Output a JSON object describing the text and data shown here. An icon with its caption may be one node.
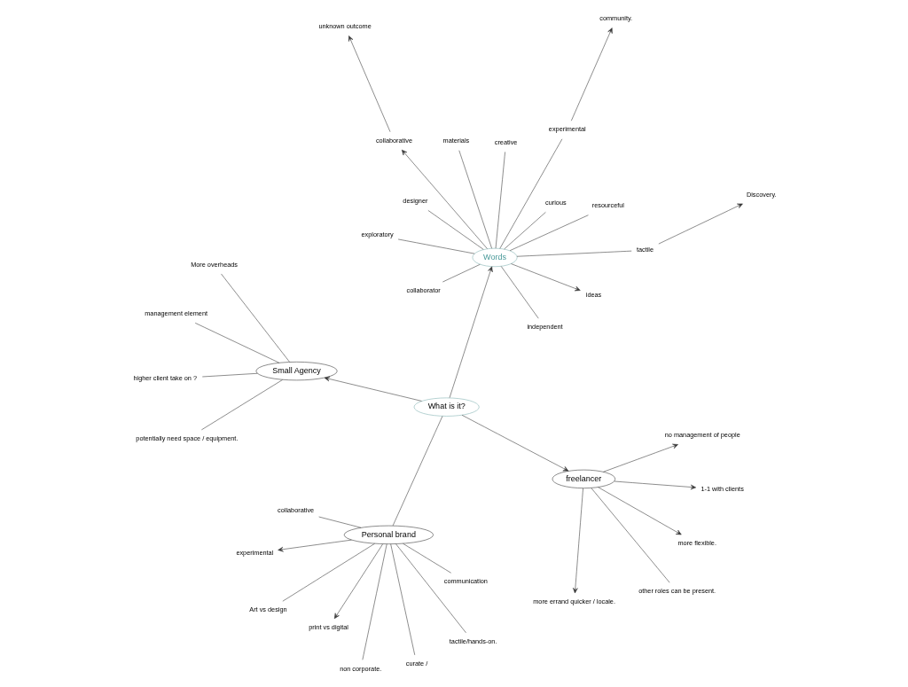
{
  "diagram": {
    "nodes": [
      {
        "text": [
          "What is it?"
        ]
      },
      {
        "text": [
          "Personal brand"
        ]
      },
      {
        "text": [
          "non corporate."
        ]
      },
      {
        "text": [
          "collaborative"
        ]
      },
      {
        "text": [
          "communication"
        ]
      },
      {
        "text": [
          "experimental"
        ]
      },
      {
        "text": [
          "Art vs design"
        ]
      },
      {
        "text": [
          "tactile/hands-on."
        ]
      },
      {
        "text": [
          "print vs digital"
        ]
      },
      {
        "text": [
          "curate /"
        ]
      },
      {
        "text": [
          "freelancer"
        ]
      },
      {
        "text": [
          "more errand quicker / locale."
        ]
      },
      {
        "text": [
          "more flexible."
        ]
      },
      {
        "text": [
          "1-1 with clients"
        ]
      },
      {
        "text": [
          "no management of people"
        ]
      },
      {
        "text": [
          "other roles can be present."
        ]
      },
      {
        "text": [
          "Small Agency"
        ]
      },
      {
        "text": [
          "More overheads"
        ]
      },
      {
        "text": [
          "higher client take on ?"
        ]
      },
      {
        "text": [
          "management element"
        ]
      },
      {
        "text": [
          "potentially need space / equipment."
        ]
      },
      {
        "text": [
          "Words"
        ]
      },
      {
        "text": [
          "materials"
        ]
      },
      {
        "text": [
          "creative"
        ]
      },
      {
        "text": [
          "designer"
        ]
      },
      {
        "text": [
          "independent"
        ]
      },
      {
        "text": [
          "resourceful"
        ]
      },
      {
        "text": [
          "exploratory"
        ]
      },
      {
        "text": [
          "collaborator"
        ]
      },
      {
        "text": [
          "ideas"
        ]
      },
      {
        "text": [
          "collaborative"
        ]
      },
      {
        "text": [
          "curious"
        ]
      },
      {
        "text": [
          "tactile"
        ]
      },
      {
        "text": [
          "unknown outcome"
        ]
      },
      {
        "text": [
          "experimental"
        ]
      },
      {
        "text": [
          "Discovery."
        ]
      },
      {
        "text": [
          "community."
        ]
      }
    ],
    "edges": [
      {
        "from": 0,
        "to": 1,
        "arrow": "none"
      },
      {
        "from": 1,
        "to": 2,
        "arrow": "none"
      },
      {
        "from": 1,
        "to": 3,
        "arrow": "none"
      },
      {
        "from": 1,
        "to": 4,
        "arrow": "none"
      },
      {
        "from": 1,
        "to": 5,
        "arrow": "to"
      },
      {
        "from": 6,
        "to": 1,
        "arrow": "none"
      },
      {
        "from": 1,
        "to": 7,
        "arrow": "none"
      },
      {
        "from": 1,
        "to": 8,
        "arrow": "to"
      },
      {
        "from": 9,
        "to": 1,
        "arrow": "none"
      },
      {
        "from": 0,
        "to": 10,
        "arrow": "to"
      },
      {
        "from": 10,
        "to": 11,
        "arrow": "to"
      },
      {
        "from": 10,
        "to": 12,
        "arrow": "to"
      },
      {
        "from": 10,
        "to": 13,
        "arrow": "to"
      },
      {
        "from": 10,
        "to": 14,
        "arrow": "to"
      },
      {
        "from": 10,
        "to": 15,
        "arrow": "none"
      },
      {
        "from": 0,
        "to": 16,
        "arrow": "to"
      },
      {
        "from": 16,
        "to": 17,
        "arrow": "none"
      },
      {
        "from": 16,
        "to": 18,
        "arrow": "none"
      },
      {
        "from": 16,
        "to": 19,
        "arrow": "none"
      },
      {
        "from": 16,
        "to": 20,
        "arrow": "none"
      },
      {
        "from": 0,
        "to": 21,
        "arrow": "to"
      },
      {
        "from": 21,
        "to": 22,
        "arrow": "none"
      },
      {
        "from": 21,
        "to": 23,
        "arrow": "none"
      },
      {
        "from": 21,
        "to": 24,
        "arrow": "none"
      },
      {
        "from": 21,
        "to": 25,
        "arrow": "none"
      },
      {
        "from": 26,
        "to": 21,
        "arrow": "none"
      },
      {
        "from": 21,
        "to": 27,
        "arrow": "none"
      },
      {
        "from": 21,
        "to": 28,
        "arrow": "none"
      },
      {
        "from": 21,
        "to": 29,
        "arrow": "to"
      },
      {
        "from": 21,
        "to": 30,
        "arrow": "to"
      },
      {
        "from": 21,
        "to": 31,
        "arrow": "none"
      },
      {
        "from": 21,
        "to": 32,
        "arrow": "none"
      },
      {
        "from": 30,
        "to": 33,
        "arrow": "to"
      },
      {
        "from": 21,
        "to": 34,
        "arrow": "none"
      },
      {
        "from": 32,
        "to": 35,
        "arrow": "to"
      },
      {
        "from": 34,
        "to": 36,
        "arrow": "to"
      }
    ]
  }
}
